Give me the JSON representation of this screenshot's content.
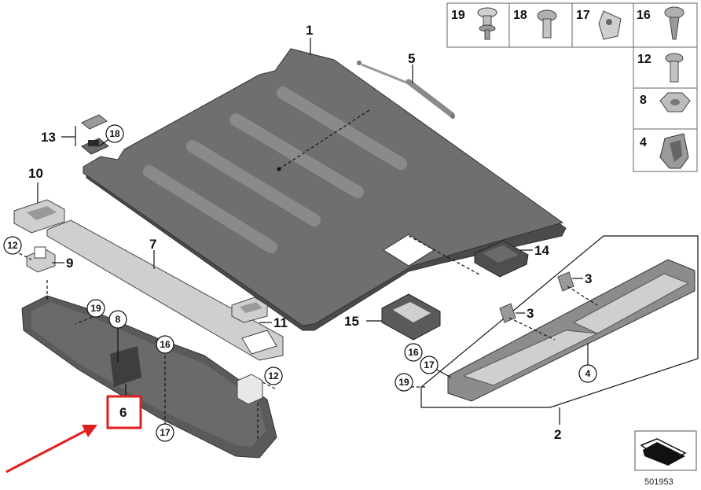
{
  "parts": [
    {
      "id": "1"
    },
    {
      "id": "2"
    },
    {
      "id": "3"
    },
    {
      "id": "4"
    },
    {
      "id": "5"
    },
    {
      "id": "6"
    },
    {
      "id": "7"
    },
    {
      "id": "8"
    },
    {
      "id": "9"
    },
    {
      "id": "10"
    },
    {
      "id": "11"
    },
    {
      "id": "12"
    },
    {
      "id": "13"
    },
    {
      "id": "14"
    },
    {
      "id": "15"
    },
    {
      "id": "16"
    },
    {
      "id": "17"
    },
    {
      "id": "18"
    },
    {
      "id": "19"
    }
  ],
  "labels": {
    "p1": "1",
    "p2": "2",
    "p3a": "3",
    "p3b": "3",
    "p5": "5",
    "p6": "6",
    "p7": "7",
    "p9": "9",
    "p10": "10",
    "p11": "11",
    "p13": "13",
    "p14": "14",
    "p15": "15"
  },
  "circled": {
    "c18": "18",
    "c12a": "12",
    "c12b": "12",
    "c19a": "19",
    "c8": "8",
    "c16a": "16",
    "c17a": "17",
    "c16b": "16",
    "c17b": "17",
    "c19b": "19",
    "c4": "4"
  },
  "hardware_grid": {
    "top_row": [
      "19",
      "18",
      "17",
      "16"
    ],
    "right_column": [
      "12",
      "8",
      "4"
    ]
  },
  "highlighted_part": "6",
  "reference_number": "501953",
  "colors": {
    "panel": "#6f6f6f",
    "panel_dark": "#4a4a4a",
    "part_light": "#cfcfcf",
    "part_mid": "#9a9a9a",
    "highlight_box": "#e02020",
    "arrow": "#e02020"
  }
}
